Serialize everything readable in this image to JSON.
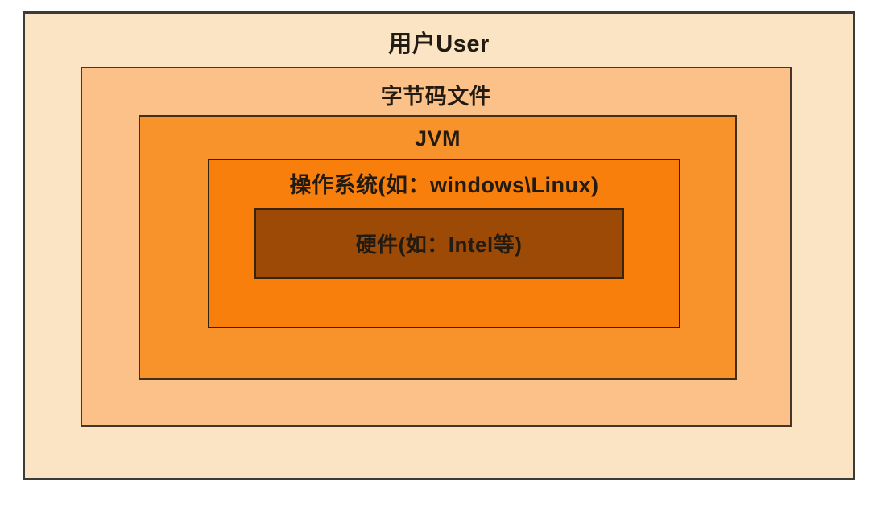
{
  "page": {
    "background": "#ffffff",
    "text_color": "#221b12"
  },
  "diagram": {
    "description": "Nested layer diagram of JVM runtime stack, outermost to innermost",
    "layers": [
      {
        "id": "user",
        "label": "用户User",
        "fill": "#fbe4c3",
        "border": "#3b3b3b"
      },
      {
        "id": "bytecode",
        "label": "字节码文件",
        "fill": "#fbc189",
        "border": "#46362a"
      },
      {
        "id": "jvm",
        "label": "JVM",
        "fill": "#f8932c",
        "border": "#3f2f1b"
      },
      {
        "id": "os",
        "label": "操作系统(如：windows\\Linux)",
        "fill": "#f87f0b",
        "border": "#2f2310"
      },
      {
        "id": "hardware",
        "label": "硬件(如：Intel等)",
        "fill": "#9c4a06",
        "border": "#38240c"
      }
    ]
  }
}
